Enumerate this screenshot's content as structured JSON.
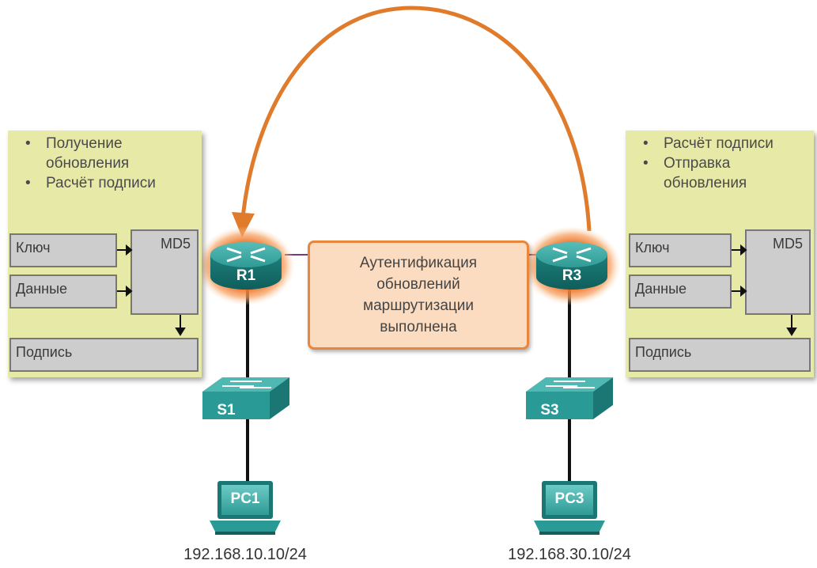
{
  "left_panel": {
    "bullets": [
      "Получение обновления",
      "Расчёт подписи"
    ],
    "key_label": "Ключ",
    "data_label": "Данные",
    "md5_label": "MD5",
    "signature_label": "Подпись"
  },
  "right_panel": {
    "bullets": [
      "Расчёт подписи",
      "Отправка обновления"
    ],
    "key_label": "Ключ",
    "data_label": "Данные",
    "md5_label": "MD5",
    "signature_label": "Подпись"
  },
  "center_label": "Аутентификация\nобновлений\nмаршрутизации\nвыполнена",
  "devices": {
    "r1": "R1",
    "r3": "R3",
    "s1": "S1",
    "s3": "S3",
    "pc1": "PC1",
    "pc3": "PC3"
  },
  "ips": {
    "left": "192.168.10.10/24",
    "right": "192.168.30.10/24"
  },
  "colors": {
    "panel": "#e6eaa6",
    "device": "#2a9a96",
    "arc": "#e07b2c",
    "halo": "#f08a2c"
  }
}
